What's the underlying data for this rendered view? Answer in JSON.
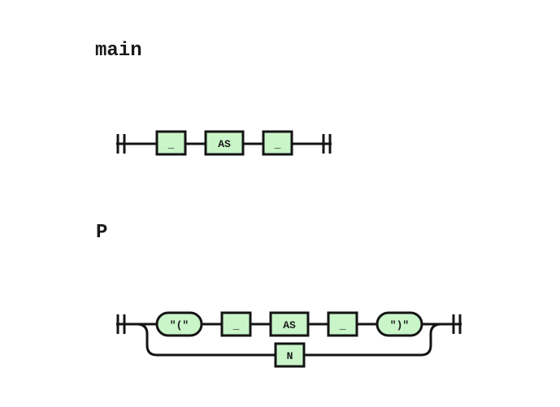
{
  "rules": [
    {
      "name": "main",
      "sequence": [
        {
          "label": "_",
          "kind": "nonterminal"
        },
        {
          "label": "AS",
          "kind": "nonterminal"
        },
        {
          "label": "_",
          "kind": "nonterminal"
        }
      ]
    },
    {
      "name": "P",
      "alt_main": [
        {
          "label": "\"(\"",
          "kind": "terminal"
        },
        {
          "label": "_",
          "kind": "nonterminal"
        },
        {
          "label": "AS",
          "kind": "nonterminal"
        },
        {
          "label": "_",
          "kind": "nonterminal"
        },
        {
          "label": "\")\"",
          "kind": "terminal"
        }
      ],
      "alt_lower": {
        "label": "N",
        "kind": "nonterminal"
      }
    }
  ],
  "colors": {
    "node_fill": "#c9f5c9",
    "stroke": "#141414",
    "background": "#ffffff"
  }
}
